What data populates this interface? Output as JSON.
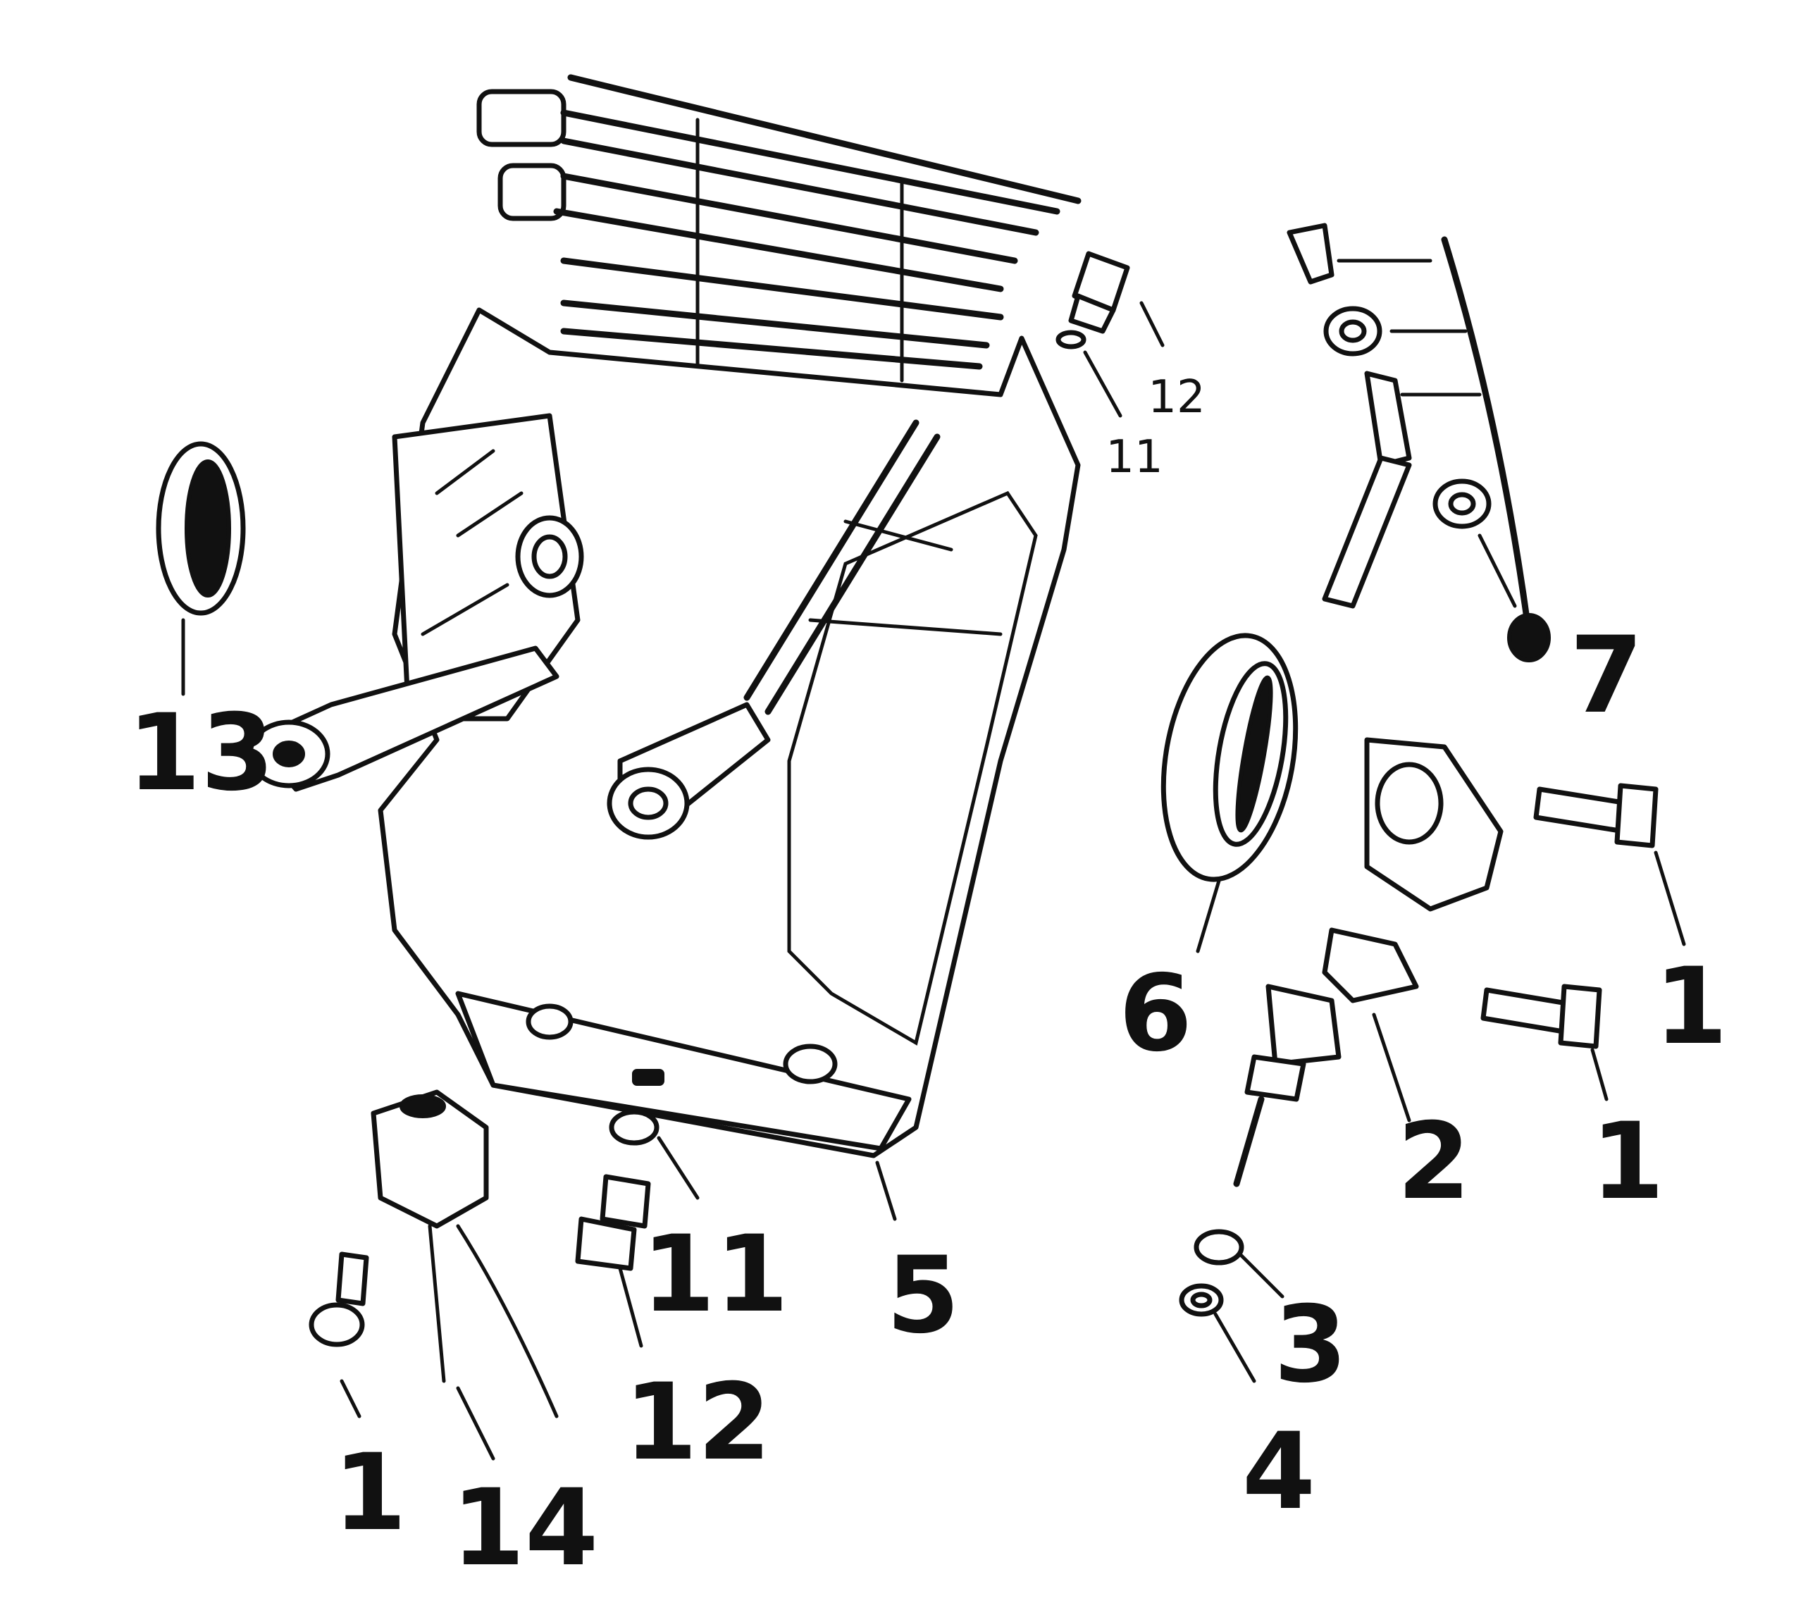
{
  "callouts": [
    {
      "id": "13",
      "text": "13"
    },
    {
      "id": "12a",
      "text": "12"
    },
    {
      "id": "11a",
      "text": "11"
    },
    {
      "id": "7",
      "text": "7"
    },
    {
      "id": "6",
      "text": "6"
    },
    {
      "id": "1a",
      "text": "1"
    },
    {
      "id": "1b",
      "text": "1"
    },
    {
      "id": "2",
      "text": "2"
    },
    {
      "id": "5",
      "text": "5"
    },
    {
      "id": "11b",
      "text": "11"
    },
    {
      "id": "3",
      "text": "3"
    },
    {
      "id": "4",
      "text": "4"
    },
    {
      "id": "12b",
      "text": "12"
    },
    {
      "id": "1c",
      "text": "1"
    },
    {
      "id": "14",
      "text": "14"
    }
  ],
  "colors": {
    "ink": "#111111",
    "paper": "#ffffff"
  }
}
